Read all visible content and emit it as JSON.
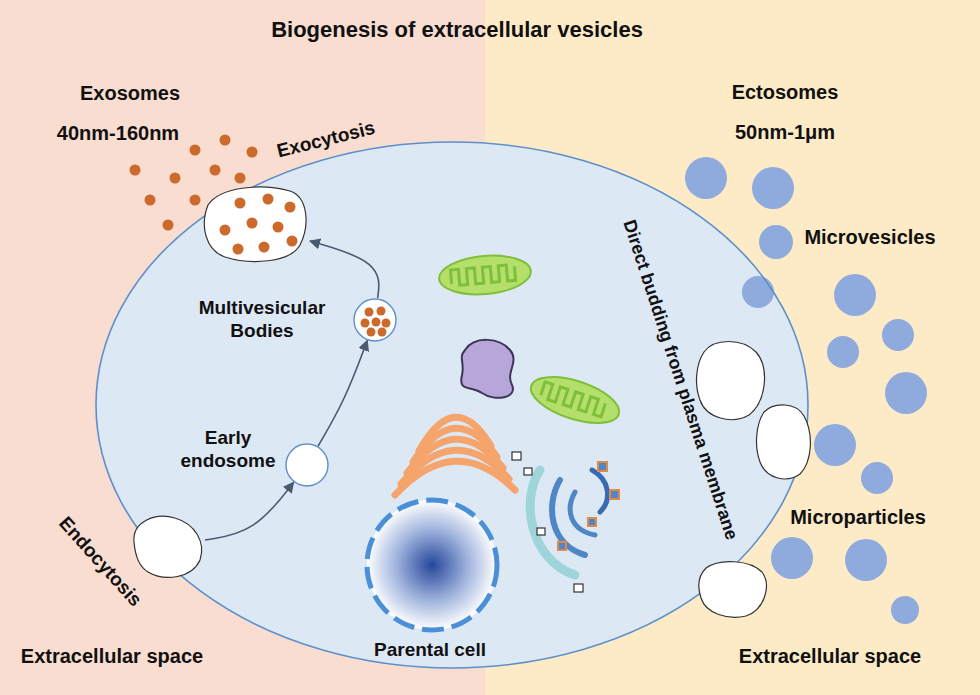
{
  "diagram": {
    "title": "Biogenesis of extracellular vesicles",
    "nodes": [
      {
        "text": [
          "Parental cell"
        ]
      },
      {
        "text": [
          "Endocytosis"
        ],
        "in": 0
      },
      {
        "text": [
          "Early endosome"
        ],
        "in": 0
      },
      {
        "text": [
          "Multivesicular Bodies"
        ],
        "in": 0
      },
      {
        "text": [
          "Exocytosis"
        ],
        "in": 0
      }
    ],
    "edges": [
      {
        "from": 1,
        "to": 2,
        "arrow": "to"
      },
      {
        "from": 2,
        "to": 3,
        "arrow": "to"
      },
      {
        "from": 3,
        "to": 4,
        "arrow": "to"
      }
    ],
    "labels": [
      "Exosomes",
      "40nm-160nm",
      "Ectosomes",
      "50nm-1μm",
      "Microvesicles",
      "Microparticles",
      "Direct budding from plasma membrane",
      "Extracellular space",
      "Extracellular space"
    ]
  }
}
